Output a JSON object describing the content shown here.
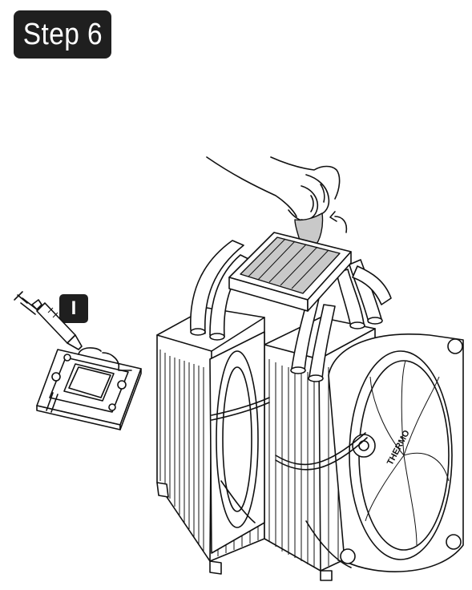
{
  "step": {
    "label": "Step 6"
  },
  "marker": {
    "label": "I"
  },
  "fan": {
    "brand": "THERMO"
  },
  "colors": {
    "badge": "#1f1f1f",
    "film": "#c9c9c9",
    "line": "#111111"
  }
}
